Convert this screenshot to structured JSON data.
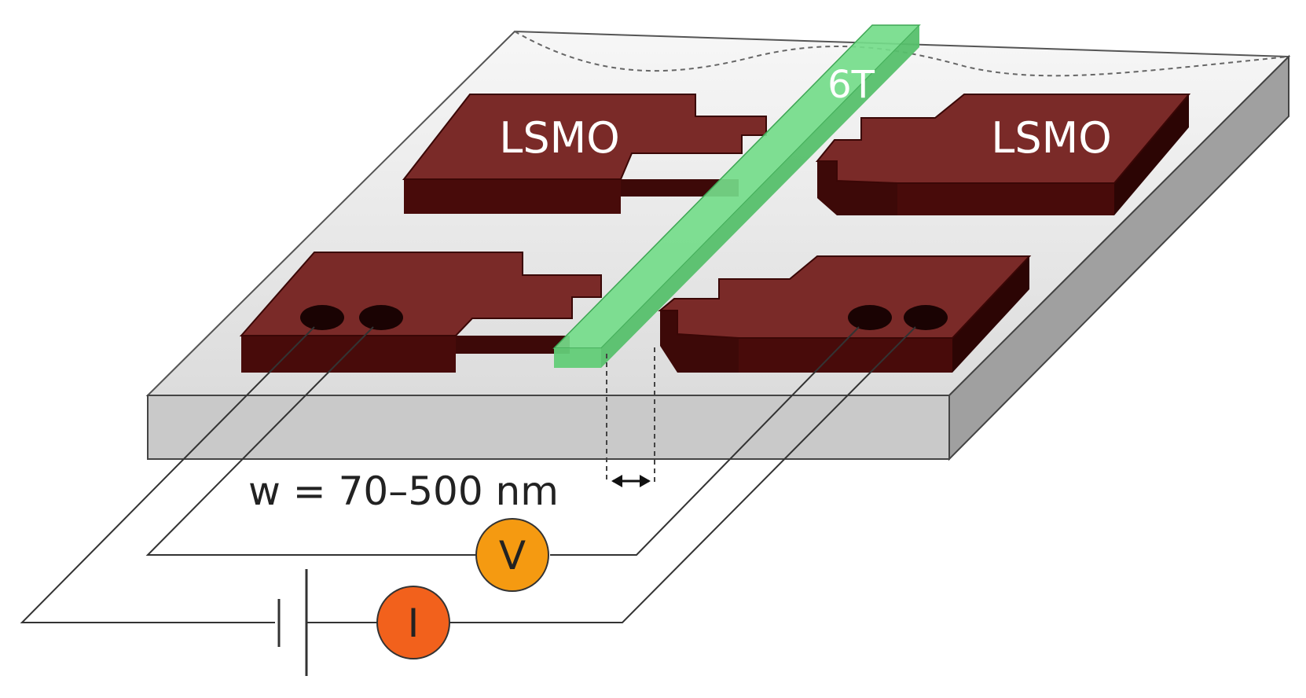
{
  "labels": {
    "electrode_top_left": "LSMO",
    "electrode_top_right": "LSMO",
    "molecule_layer": "6T",
    "width": "w = 70–500 nm",
    "voltmeter": "V",
    "ammeter": "I"
  },
  "colors": {
    "electrode_top": "#7a2a28",
    "electrode_side": "#480b0a",
    "substrate_top": "#ececec",
    "substrate_front": "#c9c9c9",
    "substrate_side": "#9f9f9f",
    "bar_top": "#74dc8a",
    "bar_side": "#5ac56f",
    "meter_v": "#f59a11",
    "meter_i": "#f2611c",
    "wire": "#333333",
    "label_light": "#ffffff",
    "label_dark": "#222222"
  }
}
